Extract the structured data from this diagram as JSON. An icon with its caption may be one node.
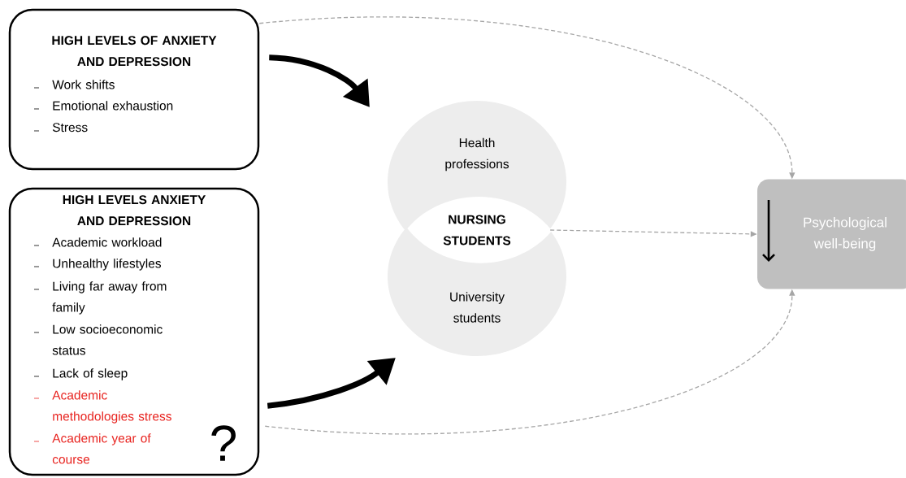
{
  "diagram": {
    "nodes": [
      {
        "text": [
          "HIGH LEVELS OF ANXIETY AND DEPRESSION",
          "Work shifts",
          "Emotional exhaustion",
          "Stress"
        ]
      },
      {
        "text": [
          "HIGH LEVELS ANXIETY AND DEPRESSION",
          "Academic workload",
          "Unhealthy lifestyles",
          "Living far away from family",
          "Low socioeconomic status",
          "Lack of sleep",
          "Academic methodologies stress",
          "Academic year of course",
          "?"
        ]
      },
      {
        "text": [
          "Health professions"
        ]
      },
      {
        "text": [
          "University students"
        ]
      },
      {
        "text": [
          "NURSING STUDENTS"
        ]
      },
      {
        "text": [
          "Psychological well-being"
        ]
      }
    ],
    "edges": [
      {
        "from": 0,
        "to": 2,
        "arrow": "to",
        "style": "thick",
        "color": "#000000"
      },
      {
        "from": 1,
        "to": 3,
        "arrow": "to",
        "style": "thick",
        "color": "#000000"
      },
      {
        "from": 0,
        "to": 5,
        "arrow": "to",
        "style": "dashed",
        "color": "#a6a6a6"
      },
      {
        "from": 4,
        "to": 5,
        "arrow": "to",
        "style": "dashed",
        "color": "#a6a6a6"
      },
      {
        "from": 1,
        "to": 5,
        "arrow": "to",
        "style": "dashed",
        "color": "#a6a6a6"
      }
    ]
  }
}
